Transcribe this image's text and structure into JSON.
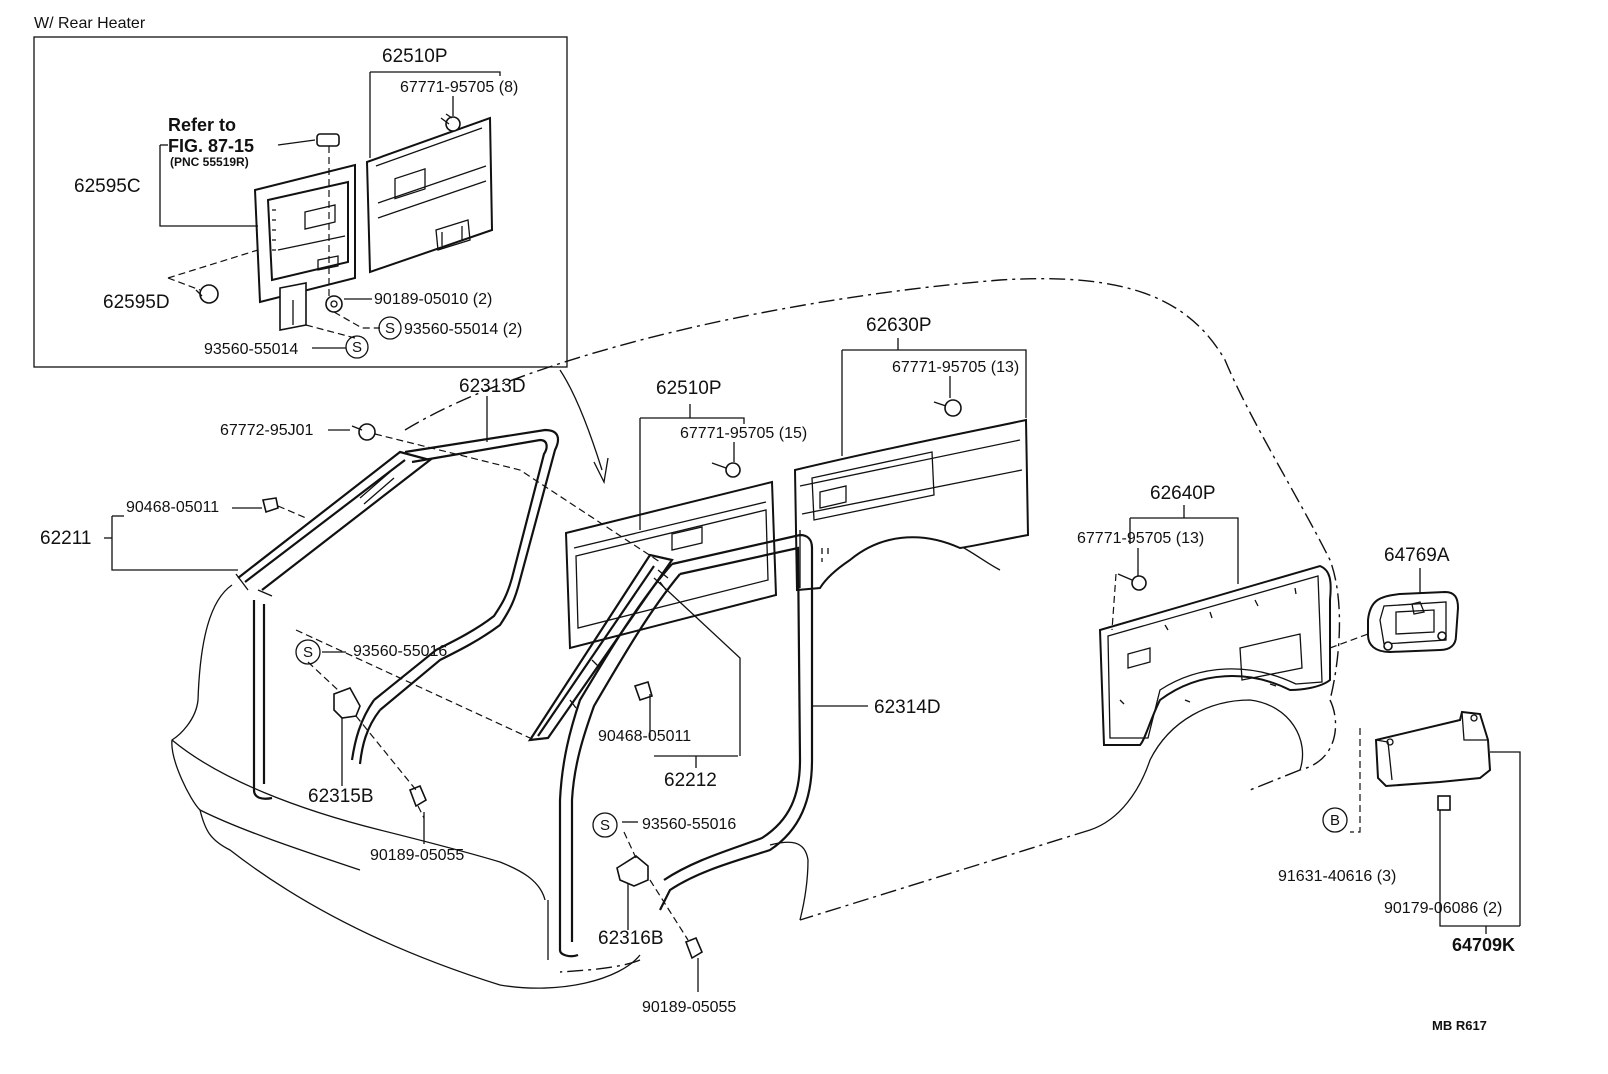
{
  "inset": {
    "caption": "W/ Rear Heater",
    "refer_line1": "Refer to",
    "refer_line2": "FIG. 87-15",
    "refer_line3": "(PNC 55519R)",
    "parts": {
      "p62510P": "62510P",
      "p67771_8": "67771-95705 (8)",
      "p62595C": "62595C",
      "p62595D": "62595D",
      "p90189_05010": "90189-05010 (2)",
      "p93560_55014_2": "93560-55014 (2)",
      "p93560_55014": "93560-55014"
    }
  },
  "parts": {
    "p62313D": "62313D",
    "p67772": "67772-95J01",
    "p90468_a": "90468-05011",
    "p62211": "62211",
    "p93560_55016_a": "93560-55016",
    "p62315B": "62315B",
    "p90189_05055_a": "90189-05055",
    "p62510P": "62510P",
    "p67771_15": "67771-95705 (15)",
    "p90468_b": "90468-05011",
    "p62212": "62212",
    "p62314D": "62314D",
    "p93560_55016_b": "93560-55016",
    "p62316B": "62316B",
    "p90189_05055_b": "90189-05055",
    "p62630P": "62630P",
    "p67771_13a": "67771-95705 (13)",
    "p62640P": "62640P",
    "p67771_13b": "67771-95705 (13)",
    "p64769A": "64769A",
    "p91631": "91631-40616 (3)",
    "p90179": "90179-06086 (2)",
    "p64709K": "64709K"
  },
  "symbols": {
    "s": "S",
    "b": "B"
  },
  "footer": {
    "code": "MB  R617"
  }
}
